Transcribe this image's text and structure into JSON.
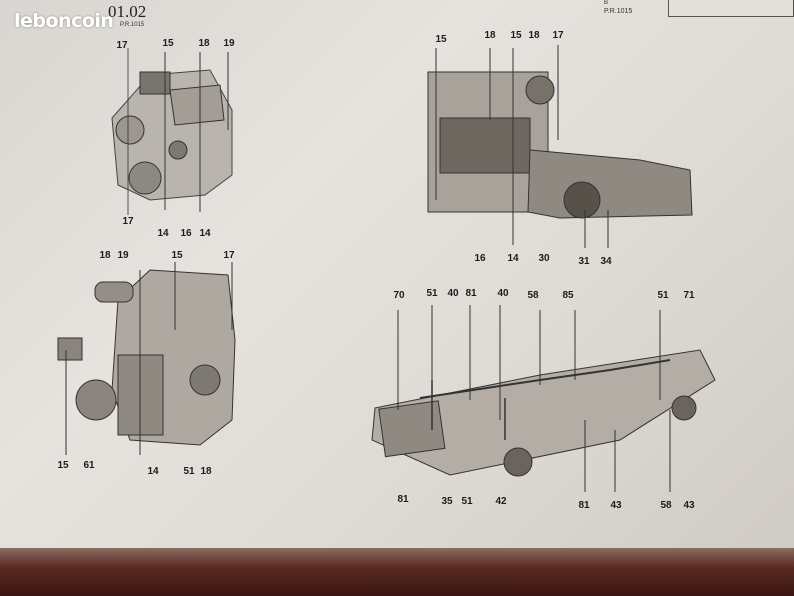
{
  "watermark": "leboncoin",
  "header": {
    "code": "01.02",
    "code_sub": "P.R.1015",
    "right_ref_letter": "B",
    "right_ref": "P.R.1015"
  },
  "callouts": {
    "engine_front_left": [
      "17",
      "15",
      "18",
      "19",
      "17",
      "14",
      "16",
      "14"
    ],
    "engine_section": [
      "15",
      "18",
      "15",
      "18",
      "17",
      "16",
      "14",
      "30",
      "31",
      "34"
    ],
    "engine_exploded": [
      "18",
      "19",
      "15",
      "17",
      "15",
      "61",
      "14",
      "51",
      "18"
    ],
    "chassis": [
      "70",
      "51",
      "40",
      "81",
      "40",
      "58",
      "85",
      "51",
      "71",
      "81",
      "35",
      "51",
      "42",
      "81",
      "43",
      "58",
      "43"
    ]
  }
}
